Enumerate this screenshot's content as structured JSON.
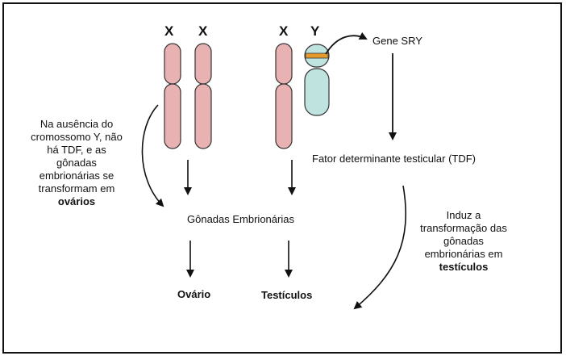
{
  "chromosomes": {
    "female_left": "X",
    "female_right": "X",
    "male_x": "X",
    "male_y": "Y"
  },
  "labels": {
    "gene_sry": "Gene SRY",
    "tdf": "Fator determinante testicular (TDF)",
    "gonads": "Gônadas Embrionárias",
    "ovary": "Ovário",
    "testes": "Testículos"
  },
  "left_note": {
    "line1": "Na ausência do",
    "line2": "cromossomo Y, não",
    "line3": "há TDF, e as",
    "line4": "gônadas",
    "line5": "embrionárias se",
    "line6": "transformam em",
    "line7_bold": "ovários"
  },
  "right_note": {
    "line1": "Induz a",
    "line2": "transformação das",
    "line3": "gônadas",
    "line4": "embrionárias em",
    "line5_bold": "testículos"
  },
  "colors": {
    "x_chromosome_fill": "#E8B2B3",
    "y_chromosome_fill": "#BFE3DF",
    "sry_band": "#E69A2B",
    "outline": "#333333"
  }
}
